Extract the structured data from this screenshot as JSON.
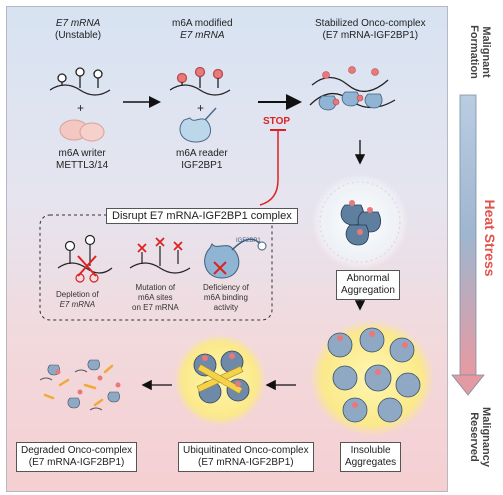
{
  "top": {
    "e7_mrna": {
      "line1": "E7 mRNA",
      "line2": "(Unstable)"
    },
    "m6a_modified": {
      "line1": "m6A modified",
      "line2": "E7 mRNA"
    },
    "stabilized": {
      "line1": "Stabilized Onco-complex",
      "line2": "(E7 mRNA-IGF2BP1)"
    },
    "writer": {
      "line1": "m6A writer",
      "line2": "METTL3/14"
    },
    "reader": {
      "line1": "m6A reader",
      "line2": "IGF2BP1"
    },
    "plus": "+",
    "stop": "STOP"
  },
  "disrupt": {
    "title": "Disrupt E7 mRNA-IGF2BP1 complex",
    "depletion": {
      "line1": "Depletion of",
      "line2": "E7 mRNA"
    },
    "mutation": {
      "line1": "Mutation of",
      "line2": "m6A sites",
      "line3": "on E7 mRNA"
    },
    "deficiency": {
      "line1": "Deficiency of",
      "line2": "m6A binding",
      "line3": "activity"
    },
    "igf_tag": "IGF2BP1"
  },
  "right": {
    "abnormal": {
      "line1": "Abnormal",
      "line2": "Aggregation"
    },
    "insoluble": {
      "line1": "Insoluble",
      "line2": "Aggregates"
    }
  },
  "bottom": {
    "ubiquitinated": {
      "line1": "Ubiquitinated Onco-complex",
      "line2": "(E7 mRNA-IGF2BP1)"
    },
    "degraded": {
      "line1": "Degraded Onco-complex",
      "line2": "(E7 mRNA-IGF2BP1)"
    }
  },
  "side": {
    "malignant_formation": {
      "line1": "Malignant",
      "line2": "Formation"
    },
    "heat_stress": "Heat Stress",
    "malignancy_reserved": {
      "line1": "Malignancy",
      "line2": "Reserved"
    }
  },
  "colors": {
    "stop": "#dd2222",
    "heat": "#e0524e",
    "pink_dot": "#e8787a",
    "protein_blue": "#8fb4d4"
  }
}
